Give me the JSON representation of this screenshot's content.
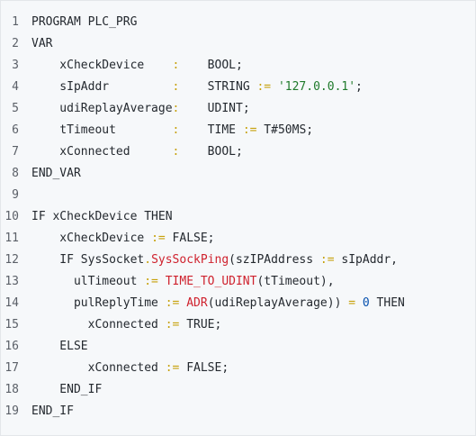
{
  "editor": {
    "line_numbers": [
      "1",
      "2",
      "3",
      "4",
      "5",
      "6",
      "7",
      "8",
      "9",
      "10",
      "11",
      "12",
      "13",
      "14",
      "15",
      "16",
      "17",
      "18",
      "19"
    ],
    "lines": [
      [
        {
          "t": "PROGRAM PLC_PRG",
          "c": "p"
        }
      ],
      [
        {
          "t": "VAR",
          "c": "p"
        }
      ],
      [
        {
          "t": "    xCheckDevice    ",
          "c": "p"
        },
        {
          "t": ":",
          "c": "o"
        },
        {
          "t": "    BOOL;",
          "c": "p"
        }
      ],
      [
        {
          "t": "    sIpAddr         ",
          "c": "p"
        },
        {
          "t": ":",
          "c": "o"
        },
        {
          "t": "    STRING ",
          "c": "p"
        },
        {
          "t": ":=",
          "c": "o"
        },
        {
          "t": " ",
          "c": "p"
        },
        {
          "t": "'127.0.0.1'",
          "c": "s"
        },
        {
          "t": ";",
          "c": "p"
        }
      ],
      [
        {
          "t": "    udiReplayAverage",
          "c": "p"
        },
        {
          "t": ":",
          "c": "o"
        },
        {
          "t": "    UDINT;",
          "c": "p"
        }
      ],
      [
        {
          "t": "    tTimeout        ",
          "c": "p"
        },
        {
          "t": ":",
          "c": "o"
        },
        {
          "t": "    TIME ",
          "c": "p"
        },
        {
          "t": ":=",
          "c": "o"
        },
        {
          "t": " T#50MS;",
          "c": "p"
        }
      ],
      [
        {
          "t": "    xConnected      ",
          "c": "p"
        },
        {
          "t": ":",
          "c": "o"
        },
        {
          "t": "    BOOL;",
          "c": "p"
        }
      ],
      [
        {
          "t": "END_VAR",
          "c": "p"
        }
      ],
      [
        {
          "t": "",
          "c": "p"
        }
      ],
      [
        {
          "t": "IF xCheckDevice THEN",
          "c": "p"
        }
      ],
      [
        {
          "t": "    xCheckDevice ",
          "c": "p"
        },
        {
          "t": ":=",
          "c": "o"
        },
        {
          "t": " FALSE;",
          "c": "p"
        }
      ],
      [
        {
          "t": "    IF SysSocket",
          "c": "p"
        },
        {
          "t": ".",
          "c": "o"
        },
        {
          "t": "SysSockPing",
          "c": "f"
        },
        {
          "t": "(szIPAddress ",
          "c": "p"
        },
        {
          "t": ":=",
          "c": "o"
        },
        {
          "t": " sIpAddr,",
          "c": "p"
        }
      ],
      [
        {
          "t": "      ulTimeout ",
          "c": "p"
        },
        {
          "t": ":=",
          "c": "o"
        },
        {
          "t": " ",
          "c": "p"
        },
        {
          "t": "TIME_TO_UDINT",
          "c": "f"
        },
        {
          "t": "(tTimeout),",
          "c": "p"
        }
      ],
      [
        {
          "t": "      pulReplyTime ",
          "c": "p"
        },
        {
          "t": ":=",
          "c": "o"
        },
        {
          "t": " ",
          "c": "p"
        },
        {
          "t": "ADR",
          "c": "f"
        },
        {
          "t": "(udiReplayAverage)) ",
          "c": "p"
        },
        {
          "t": "=",
          "c": "o"
        },
        {
          "t": " ",
          "c": "p"
        },
        {
          "t": "0",
          "c": "n"
        },
        {
          "t": " THEN",
          "c": "p"
        }
      ],
      [
        {
          "t": "        xConnected ",
          "c": "p"
        },
        {
          "t": ":=",
          "c": "o"
        },
        {
          "t": " TRUE;",
          "c": "p"
        }
      ],
      [
        {
          "t": "    ELSE",
          "c": "p"
        }
      ],
      [
        {
          "t": "        xConnected ",
          "c": "p"
        },
        {
          "t": ":=",
          "c": "o"
        },
        {
          "t": " FALSE;",
          "c": "p"
        }
      ],
      [
        {
          "t": "    END_IF",
          "c": "p"
        }
      ],
      [
        {
          "t": "END_IF",
          "c": "p"
        }
      ]
    ]
  },
  "colors": {
    "background": "#f6f8fa",
    "plain": "#24292f",
    "operator": "#c7a10b",
    "string": "#1f7a2b",
    "function": "#cf222e",
    "number": "#0550ae",
    "line_number": "#5b6068"
  }
}
